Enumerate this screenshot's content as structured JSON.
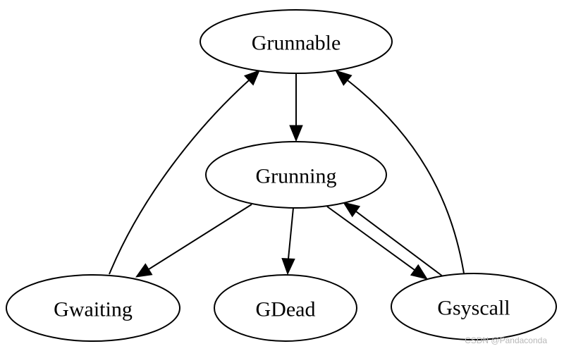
{
  "diagram": {
    "type": "state-graph",
    "nodes": [
      {
        "id": "grunnable",
        "label": "Grunnable"
      },
      {
        "id": "grunning",
        "label": "Grunning"
      },
      {
        "id": "gwaiting",
        "label": "Gwaiting"
      },
      {
        "id": "gdead",
        "label": "GDead"
      },
      {
        "id": "gsyscall",
        "label": "Gsyscall"
      }
    ],
    "edges": [
      {
        "from": "grunnable",
        "to": "grunning"
      },
      {
        "from": "grunning",
        "to": "gwaiting"
      },
      {
        "from": "grunning",
        "to": "gdead"
      },
      {
        "from": "grunning",
        "to": "gsyscall"
      },
      {
        "from": "gsyscall",
        "to": "grunning"
      },
      {
        "from": "gwaiting",
        "to": "grunnable"
      },
      {
        "from": "gsyscall",
        "to": "grunnable"
      }
    ]
  },
  "colors": {
    "stroke": "#000000",
    "fill": "#ffffff",
    "watermark": "#b8b8b8"
  },
  "watermark": "CSDN @Pandaconda"
}
